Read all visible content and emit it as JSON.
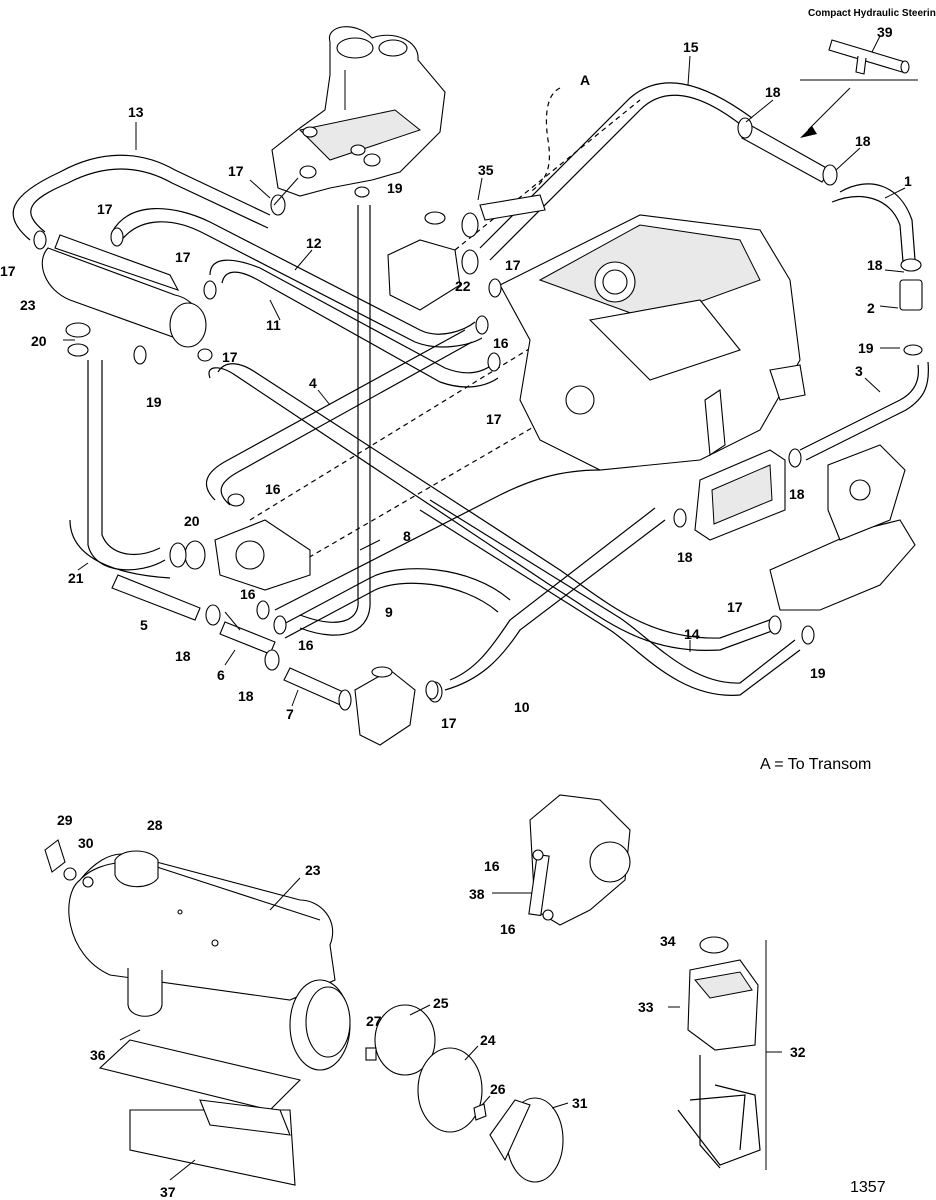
{
  "captions": {
    "top_right": "Compact Hydraulic Steering",
    "legend": "A = To Transom",
    "figure_number": "1357"
  },
  "callouts": [
    {
      "id": "c39",
      "text": "39"
    },
    {
      "id": "c15",
      "text": "15"
    },
    {
      "id": "cA",
      "text": "A"
    },
    {
      "id": "c18a",
      "text": "18"
    },
    {
      "id": "c18b",
      "text": "18"
    },
    {
      "id": "c1",
      "text": "1"
    },
    {
      "id": "c13",
      "text": "13"
    },
    {
      "id": "c17a",
      "text": "17"
    },
    {
      "id": "c19a",
      "text": "19"
    },
    {
      "id": "c35",
      "text": "35"
    },
    {
      "id": "c17b",
      "text": "17"
    },
    {
      "id": "c17c",
      "text": "17"
    },
    {
      "id": "c12",
      "text": "12"
    },
    {
      "id": "c17d",
      "text": "17"
    },
    {
      "id": "c22",
      "text": "22"
    },
    {
      "id": "c17e",
      "text": "17"
    },
    {
      "id": "c18c",
      "text": "18"
    },
    {
      "id": "c2",
      "text": "2"
    },
    {
      "id": "c23a",
      "text": "23"
    },
    {
      "id": "c11",
      "text": "11"
    },
    {
      "id": "c20a",
      "text": "20"
    },
    {
      "id": "c17f",
      "text": "17"
    },
    {
      "id": "c16a",
      "text": "16"
    },
    {
      "id": "c19b",
      "text": "19"
    },
    {
      "id": "c19c",
      "text": "19"
    },
    {
      "id": "c3",
      "text": "3"
    },
    {
      "id": "c4",
      "text": "4"
    },
    {
      "id": "c17g",
      "text": "17"
    },
    {
      "id": "c16b",
      "text": "16"
    },
    {
      "id": "c18d",
      "text": "18"
    },
    {
      "id": "c20b",
      "text": "20"
    },
    {
      "id": "c8",
      "text": "8"
    },
    {
      "id": "c18e",
      "text": "18"
    },
    {
      "id": "c21",
      "text": "21"
    },
    {
      "id": "c16c",
      "text": "16"
    },
    {
      "id": "c9",
      "text": "9"
    },
    {
      "id": "c5",
      "text": "5"
    },
    {
      "id": "c16d",
      "text": "16"
    },
    {
      "id": "c17h",
      "text": "17"
    },
    {
      "id": "c14",
      "text": "14"
    },
    {
      "id": "c18f",
      "text": "18"
    },
    {
      "id": "c6",
      "text": "6"
    },
    {
      "id": "c19d",
      "text": "19"
    },
    {
      "id": "c18g",
      "text": "18"
    },
    {
      "id": "c7",
      "text": "7"
    },
    {
      "id": "c10",
      "text": "10"
    },
    {
      "id": "c17i",
      "text": "17"
    },
    {
      "id": "c29",
      "text": "29"
    },
    {
      "id": "c28",
      "text": "28"
    },
    {
      "id": "c30",
      "text": "30"
    },
    {
      "id": "c23b",
      "text": "23"
    },
    {
      "id": "c16e",
      "text": "16"
    },
    {
      "id": "c38",
      "text": "38"
    },
    {
      "id": "c16f",
      "text": "16"
    },
    {
      "id": "c34",
      "text": "34"
    },
    {
      "id": "c33",
      "text": "33"
    },
    {
      "id": "c32",
      "text": "32"
    },
    {
      "id": "c27",
      "text": "27"
    },
    {
      "id": "c25",
      "text": "25"
    },
    {
      "id": "c24",
      "text": "24"
    },
    {
      "id": "c36",
      "text": "36"
    },
    {
      "id": "c26",
      "text": "26"
    },
    {
      "id": "c31",
      "text": "31"
    },
    {
      "id": "c37",
      "text": "37"
    }
  ]
}
